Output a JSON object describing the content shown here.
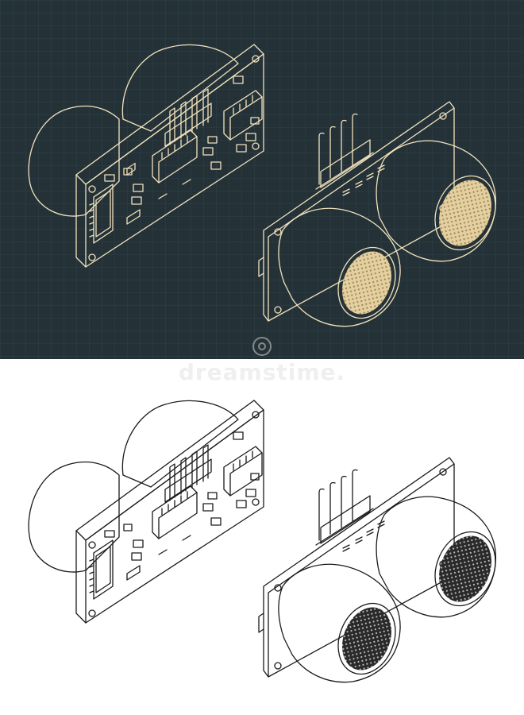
{
  "watermark": {
    "text": "dreamstime."
  },
  "panels": [
    {
      "name": "dark-blueprint",
      "background": "#243238",
      "line": "#f2e2bd",
      "grid": "#33454c",
      "mesh": "#f2e2bd"
    },
    {
      "name": "light-drawing",
      "background": "#ffffff",
      "line": "#1a1a1a",
      "grid": "none",
      "mesh": "#1a1a1a"
    }
  ]
}
